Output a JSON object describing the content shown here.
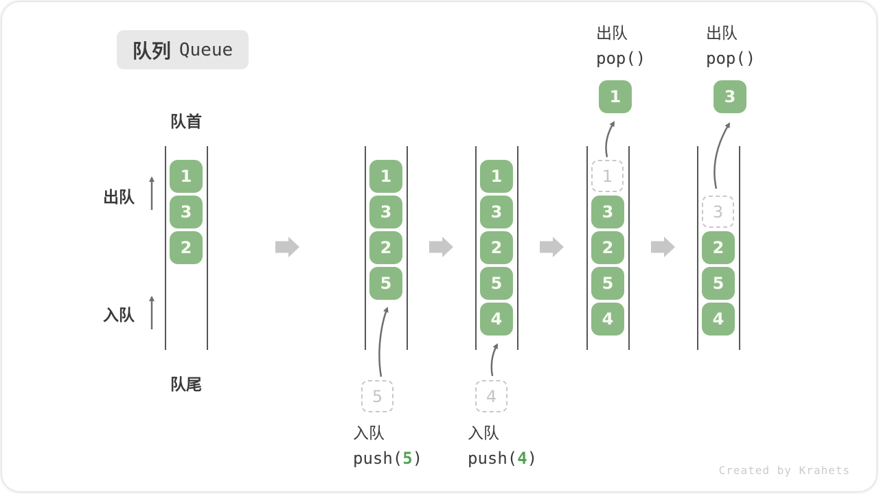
{
  "title": {
    "zh": "队列",
    "en": "Queue"
  },
  "side_labels": {
    "front": "队首",
    "rear": "队尾",
    "dequeue": "出队",
    "enqueue": "入队"
  },
  "columns": [
    {
      "name": "state-initial",
      "boxes": [
        {
          "slot": 0,
          "value": "1"
        },
        {
          "slot": 1,
          "value": "3"
        },
        {
          "slot": 2,
          "value": "2"
        }
      ]
    },
    {
      "name": "state-after-push5",
      "boxes": [
        {
          "slot": 0,
          "value": "1"
        },
        {
          "slot": 1,
          "value": "3"
        },
        {
          "slot": 2,
          "value": "2"
        },
        {
          "slot": 3,
          "value": "5"
        }
      ]
    },
    {
      "name": "state-after-push4",
      "boxes": [
        {
          "slot": 0,
          "value": "1"
        },
        {
          "slot": 1,
          "value": "3"
        },
        {
          "slot": 2,
          "value": "2"
        },
        {
          "slot": 3,
          "value": "5"
        },
        {
          "slot": 4,
          "value": "4"
        }
      ]
    },
    {
      "name": "state-after-pop1",
      "boxes": [
        {
          "slot": 0,
          "value": "1",
          "ghost": true
        },
        {
          "slot": 1,
          "value": "3"
        },
        {
          "slot": 2,
          "value": "2"
        },
        {
          "slot": 3,
          "value": "5"
        },
        {
          "slot": 4,
          "value": "4"
        }
      ]
    },
    {
      "name": "state-after-pop3",
      "boxes": [
        {
          "slot": 1,
          "value": "3",
          "ghost": true
        },
        {
          "slot": 2,
          "value": "2"
        },
        {
          "slot": 3,
          "value": "5"
        },
        {
          "slot": 4,
          "value": "4"
        }
      ]
    }
  ],
  "events": [
    {
      "kind": "push",
      "action": "入队",
      "value": "5",
      "code_pre": "push(",
      "code_post": ")"
    },
    {
      "kind": "push",
      "action": "入队",
      "value": "4",
      "code_pre": "push(",
      "code_post": ")"
    },
    {
      "kind": "pop",
      "action": "出队",
      "value": "1",
      "code": "pop()"
    },
    {
      "kind": "pop",
      "action": "出队",
      "value": "3",
      "code": "pop()"
    }
  ],
  "watermark": "Created by Krahets",
  "colors": {
    "item_green": "#8cba84",
    "item_text": "#f7faf3",
    "arg_green": "#55a055",
    "block_arrow_gray": "#c7c7c7",
    "thin_arrow_gray": "#6e6e6e",
    "ghost_gray": "#c8c8c8",
    "label_text": "#3a3a3a",
    "badge_bg": "#e8e8e8"
  }
}
